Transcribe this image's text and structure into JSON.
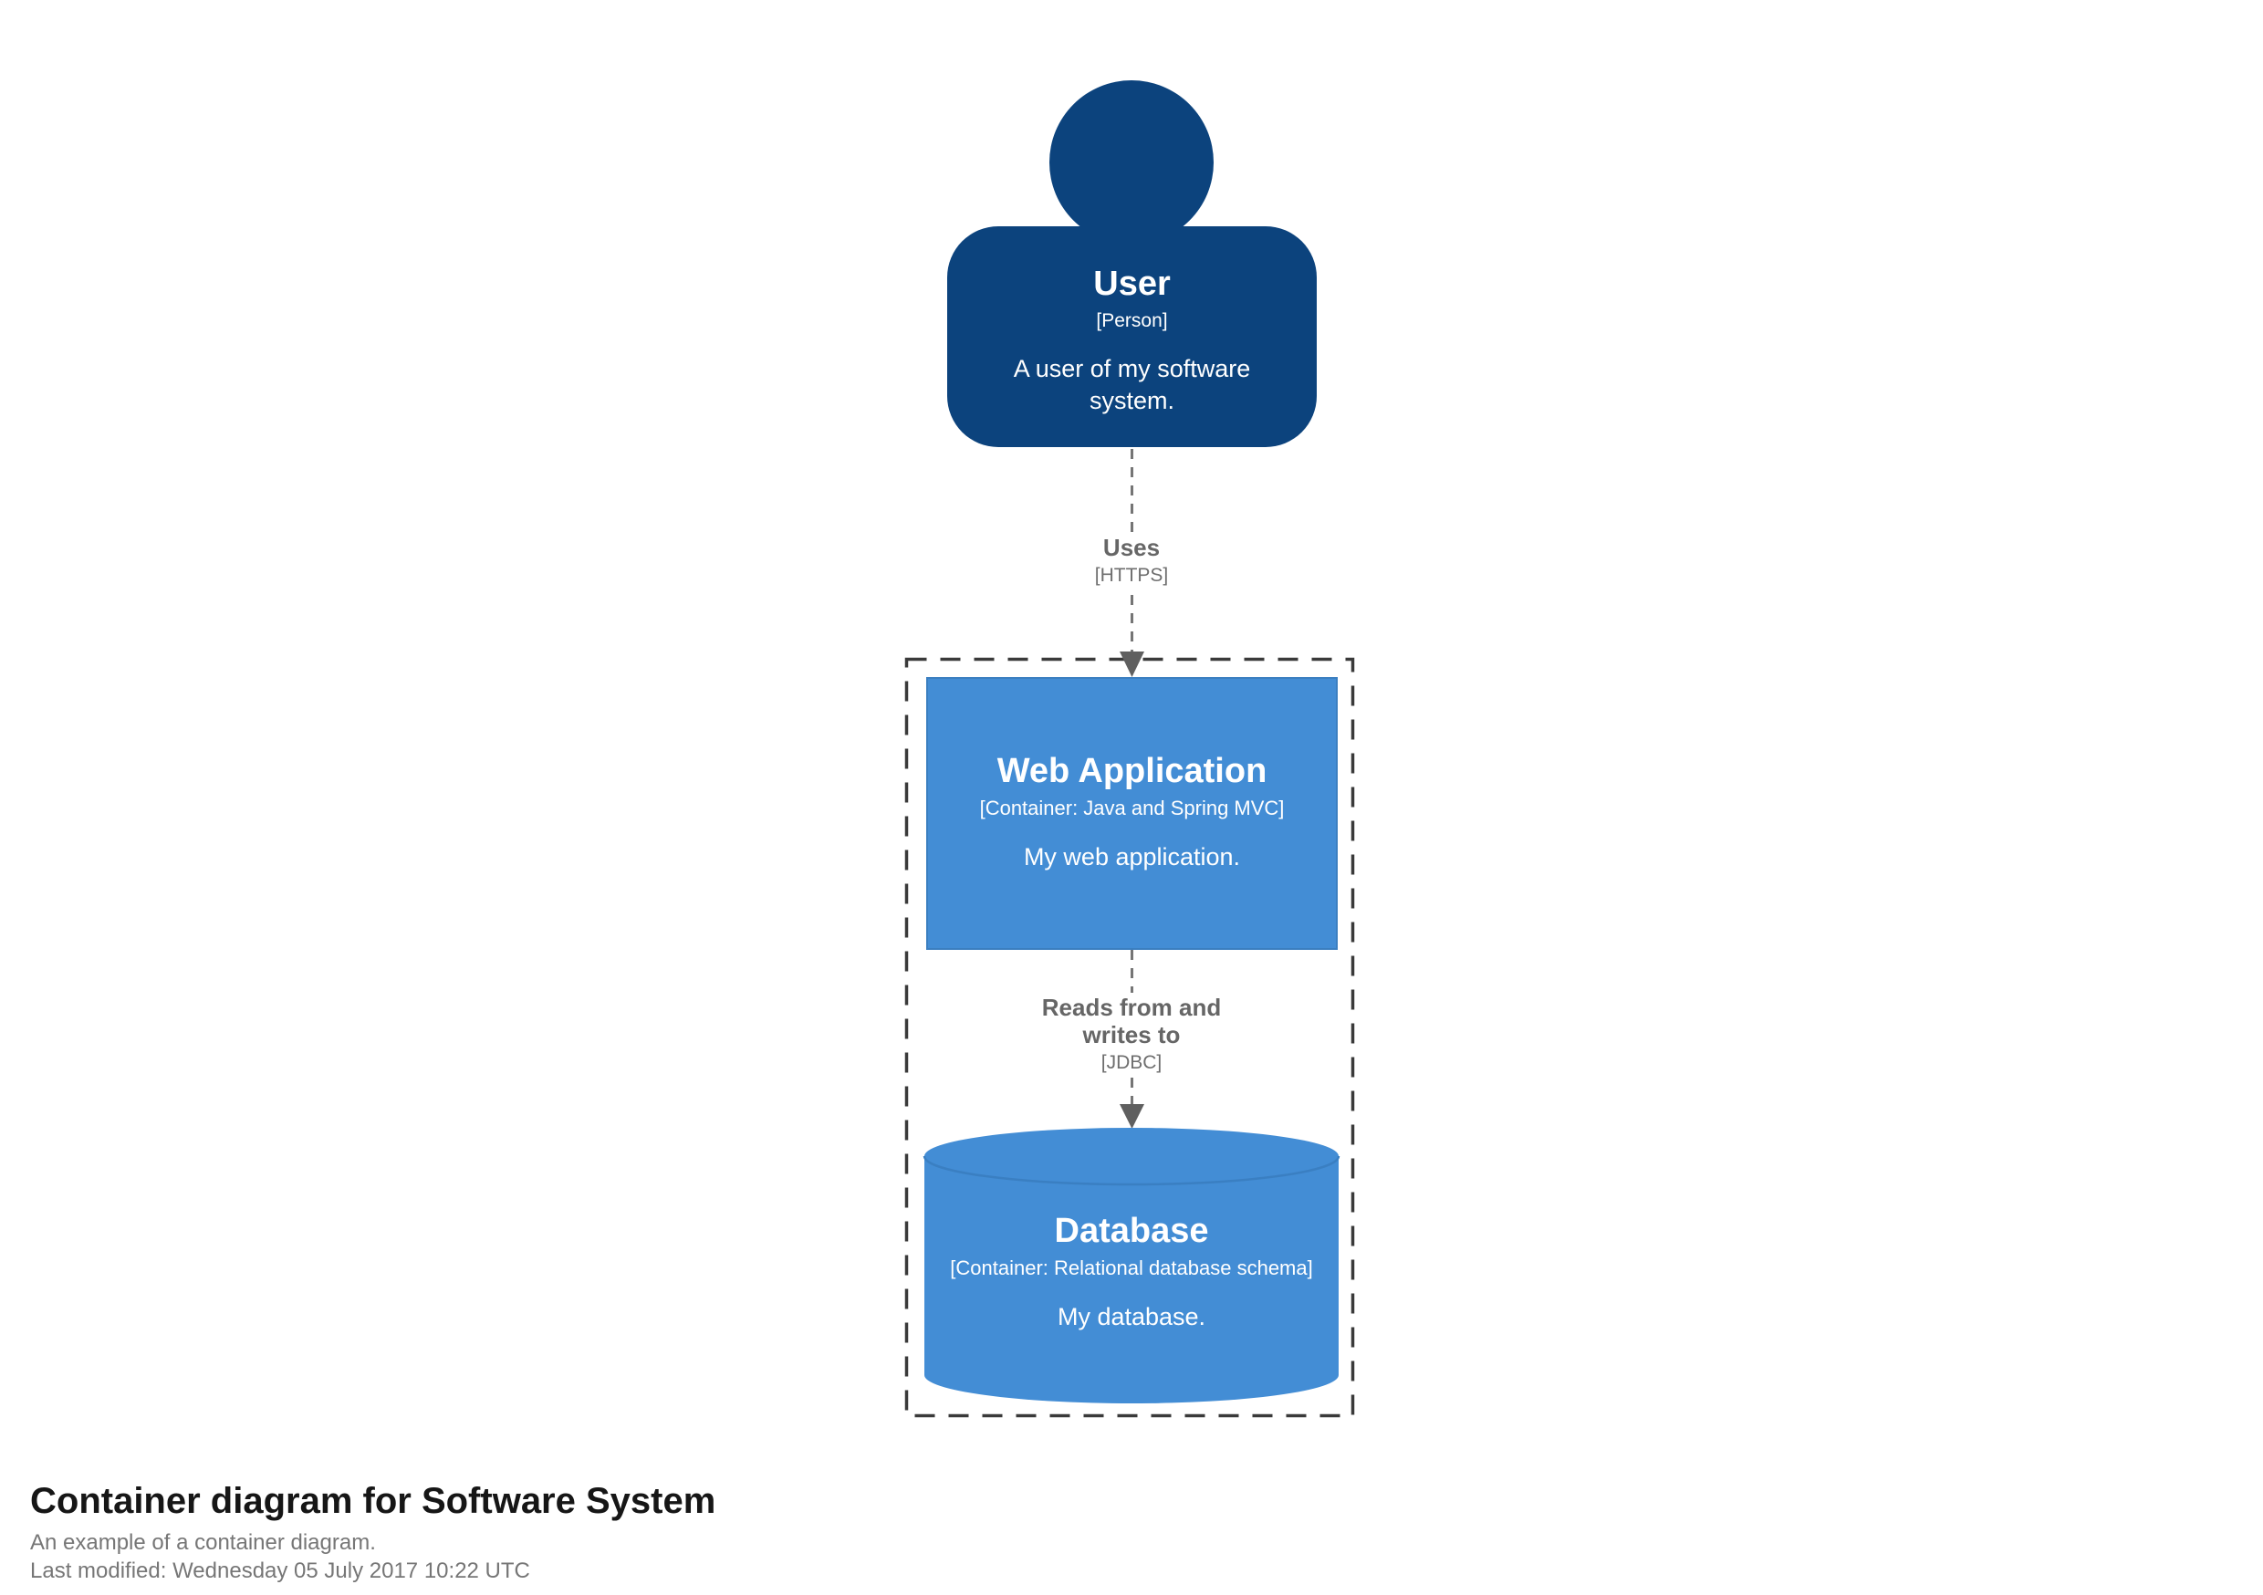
{
  "person": {
    "name": "User",
    "meta": "[Person]",
    "description": "A user of my software system."
  },
  "relationships": {
    "user_to_webapp": {
      "label": "Uses",
      "technology": "[HTTPS]"
    },
    "webapp_to_database": {
      "label": "Reads from and writes to",
      "technology": "[JDBC]"
    }
  },
  "containers": {
    "web_application": {
      "name": "Web Application",
      "meta": "[Container: Java and Spring MVC]",
      "description": "My web application."
    },
    "database": {
      "name": "Database",
      "meta": "[Container: Relational database schema]",
      "description": "My database."
    }
  },
  "footer": {
    "title": "Container diagram for Software System",
    "subtitle": "An example of a container diagram.",
    "last_modified": "Last modified: Wednesday 05 July 2017 10:22 UTC"
  },
  "colors": {
    "person_fill": "#0c437d",
    "container_fill": "#438dd5",
    "relationship_gray": "#707070",
    "boundary_dash": "#3a3a3a",
    "shape_text": "#ffffff",
    "title_text": "#161616",
    "muted_text": "#767676"
  }
}
